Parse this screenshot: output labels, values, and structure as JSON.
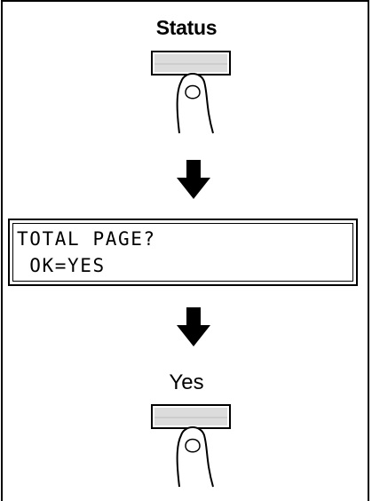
{
  "buttons": {
    "status_label": "Status",
    "yes_label": "Yes"
  },
  "display": {
    "line1": "TOTAL PAGE?",
    "line2": " OK=YES"
  },
  "icons": [
    "hand-press-icon",
    "down-arrow-icon"
  ]
}
